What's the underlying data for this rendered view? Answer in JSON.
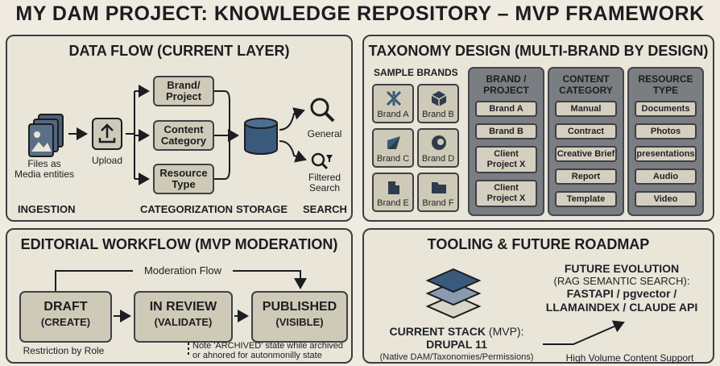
{
  "title": "MY DAM PROJECT: KNOWLEDGE REPOSITORY – MVP FRAMEWORK",
  "data_flow": {
    "title": "DATA FLOW (CURRENT LAYER)",
    "files_label": "Files as\nMedia entities",
    "upload_label": "Upload",
    "boxes": [
      "Brand/\nProject",
      "Content\nCategory",
      "Resource\nType"
    ],
    "general_label": "General",
    "filtered_label": "Filtered\nSearch",
    "sections": [
      "INGESTION",
      "CATEGORIZATION",
      "STORAGE",
      "SEARCH"
    ]
  },
  "taxonomy": {
    "title": "TAXONOMY DESIGN (MULTI-BRAND BY DESIGN)",
    "sample_brands_label": "SAMPLE BRANDS",
    "brands": [
      "Brand A",
      "Brand B",
      "Brand C",
      "Brand D",
      "Brand E",
      "Brand F"
    ],
    "columns": [
      {
        "header": "BRAND /\nPROJECT",
        "items": [
          "Brand A",
          "Brand B",
          "Client\nProject X",
          "Client\nProject X"
        ]
      },
      {
        "header": "CONTENT\nCATEGORY",
        "items": [
          "Manual",
          "Contract",
          "Creative Brief",
          "Report",
          "Template"
        ]
      },
      {
        "header": "RESOURCE\nTYPE",
        "items": [
          "Documents",
          "Photos",
          "presentations",
          "Audio",
          "Video"
        ]
      }
    ]
  },
  "workflow": {
    "title": "EDITORIAL WORKFLOW (MVP MODERATION)",
    "moderation_flow": "Moderation Flow",
    "states": [
      {
        "name": "DRAFT",
        "sub": "(CREATE)"
      },
      {
        "name": "IN REVIEW",
        "sub": "(VALIDATE)"
      },
      {
        "name": "PUBLISHED",
        "sub": "(VISIBLE)"
      }
    ],
    "restriction": "Restriction by Role",
    "note": "Note 'ARCHIVED' state while archived\nor ahnored for autonmonilly state"
  },
  "tooling": {
    "title": "TOOLING & FUTURE ROADMAP",
    "future_title": "FUTURE EVOLUTION",
    "future_sub": "(RAG SEMANTIC SEARCH):",
    "future_stack": "FASTAPI / pgvector /\nLLAMAINDEX / CLAUDE API",
    "current_label_bold": "CURRENT STACK",
    "current_label_rest": " (MVP):",
    "current_stack": "DRUPAL 11",
    "current_note": "(Native DAM/Taxonomies/Permissions)",
    "volume_note": "High Volume Content Support"
  },
  "colors": {
    "background": "#efebe1",
    "panel": "#e9e5d9",
    "box": "#cfcab8",
    "column": "#7a7d82",
    "accent": "#3a5a7c"
  }
}
